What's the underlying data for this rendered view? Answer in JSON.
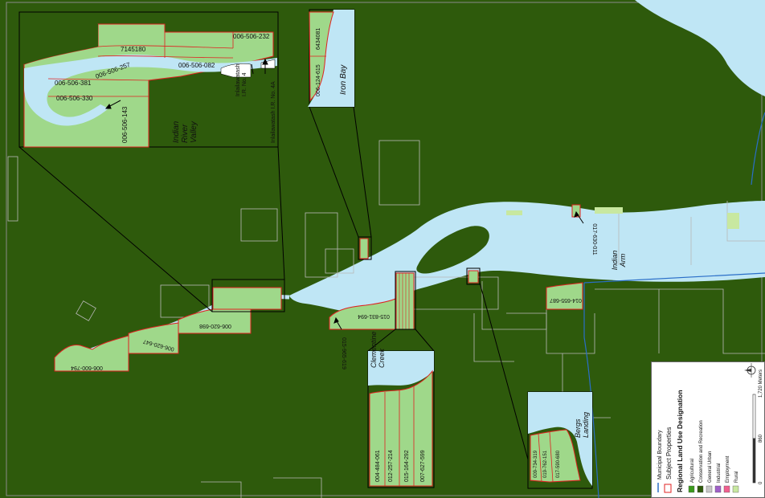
{
  "colors": {
    "conservation": "#2e5a0c",
    "agricultural": "#9fd88a",
    "water": "#bfe6f5",
    "subject_outline": "#e02020",
    "municipal_boundary": "#2a6ec8",
    "parcel_line": "#b8b8b8",
    "general_urban": "#c8c8c8",
    "industrial": "#a060c8",
    "employment": "#f06090",
    "rural": "#c8e8a0"
  },
  "places": {
    "indian_arm": "Indian\nArm",
    "indian_river_valley": "Indian\nRiver\nValley",
    "iron_bay": "Iron Bay",
    "clementine_creek": "Clementine\nCreek",
    "bergs_landing": "Bergs\nLanding",
    "reserve_4": "Inlailawatash\nI.R. No. 4",
    "reserve_4a": "Inlailawatash I.R. No. 4A"
  },
  "parcels_main": {
    "p006600794": "006-600-794",
    "p006620647": "006-620-647",
    "p006620698": "006-620-698",
    "p015831694": "015-831-694",
    "p015965619": "015-965-619",
    "p017630011": "017-630-011",
    "p014655687": "014-655-687"
  },
  "inset_river": {
    "p7145180": "7145180",
    "p006506232": "006-506-232",
    "p006506082": "006-506-082",
    "p006506257": "006-506-257",
    "p006506381": "006-506-381",
    "p006506330": "006-506-330",
    "p006506143": "006-506-143"
  },
  "inset_iron": {
    "p6434081": "6434081",
    "p006124615": "006-124-615"
  },
  "inset_clementine": {
    "p004484061": "004-484-061",
    "p012257214": "012-257-214",
    "p015164292": "015-164-292",
    "p007627599": "007-627-599"
  },
  "inset_bergs": {
    "p009734319": "009-734-319",
    "p019762151": "019-762-151",
    "p017590680": "017-590-680"
  },
  "legend": {
    "municipal_boundary": "Municipal Boundary",
    "subject_properties": "Subject Properties",
    "title": "Regional Land Use Designation",
    "items": [
      {
        "label": "Agricultural",
        "color": "#3a9a1c"
      },
      {
        "label": "Conservation and Recreation",
        "color": "#2e5a0c"
      },
      {
        "label": "General Urban",
        "color": "#c8c8c8"
      },
      {
        "label": "Industrial",
        "color": "#a060c8"
      },
      {
        "label": "Employment",
        "color": "#f06090"
      },
      {
        "label": "Rural",
        "color": "#c8e8a0"
      }
    ],
    "scale_0": "0",
    "scale_mid": "860",
    "scale_end": "1,720 Meters"
  }
}
